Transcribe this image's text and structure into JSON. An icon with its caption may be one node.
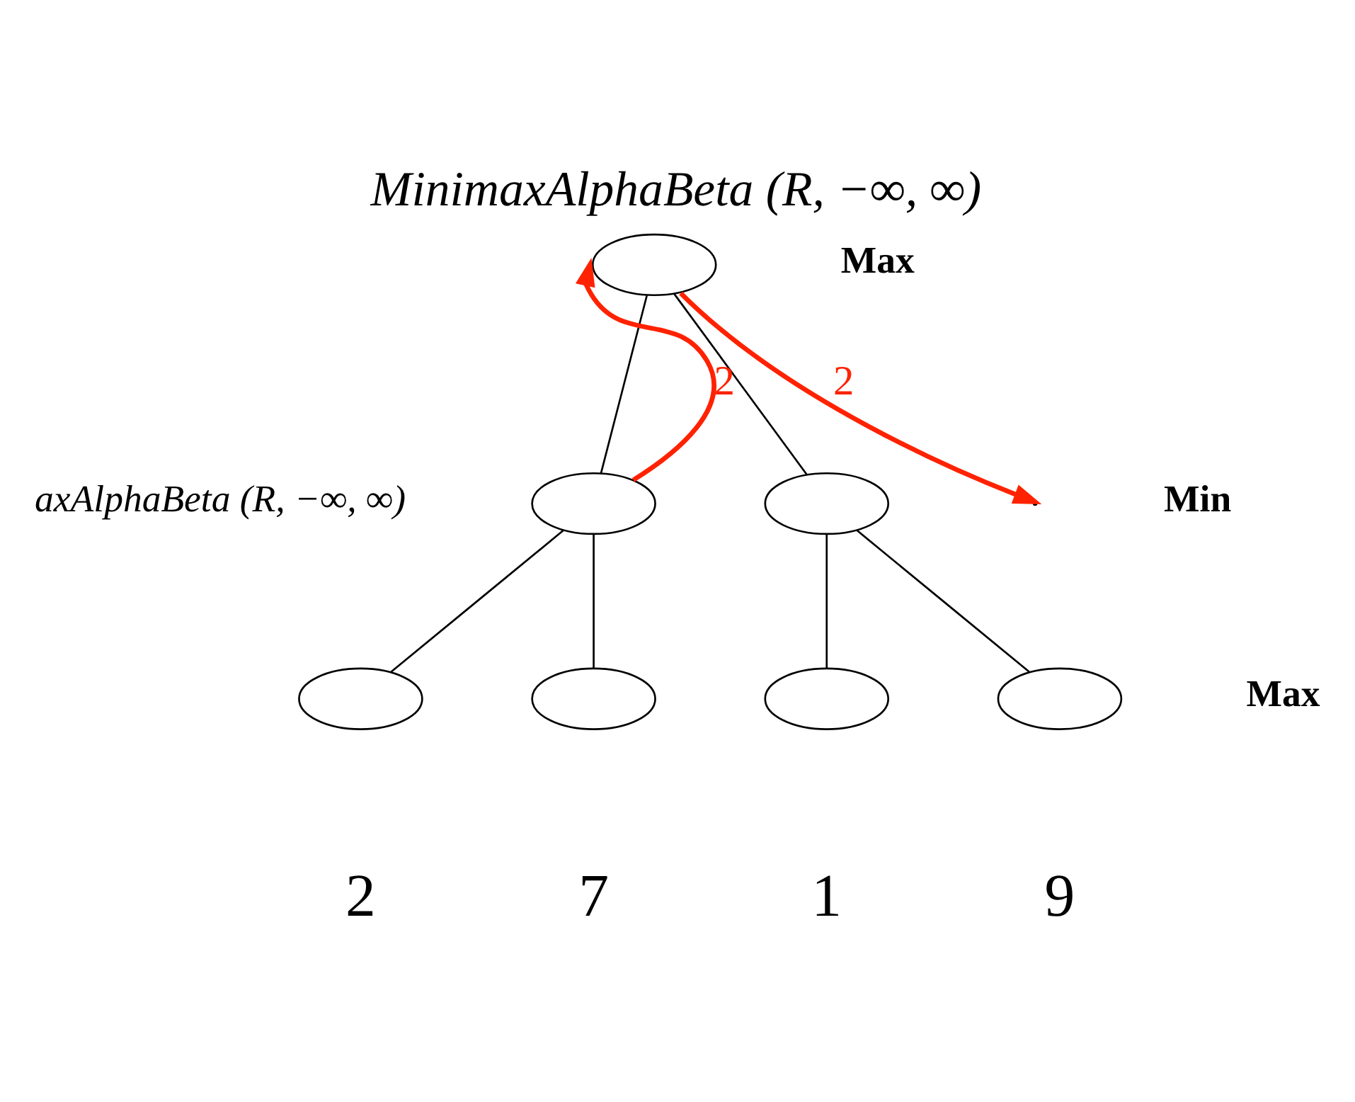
{
  "diagram": {
    "title": "MinimaxAlphaBeta (R, −∞, ∞)",
    "nodes": [
      {
        "text": [],
        "shape": "ellipse"
      },
      {
        "text": [],
        "shape": "ellipse"
      },
      {
        "text": [],
        "shape": "ellipse"
      },
      {
        "text": [],
        "shape": "ellipse",
        "beside": [
          "2"
        ]
      },
      {
        "text": [],
        "shape": "ellipse",
        "beside": [
          "7"
        ]
      },
      {
        "text": [],
        "shape": "ellipse",
        "beside": [
          "1"
        ]
      },
      {
        "text": [],
        "shape": "ellipse",
        "beside": [
          "9"
        ]
      }
    ],
    "edges": [
      {
        "from": 0,
        "to": 1,
        "arrow": "none"
      },
      {
        "from": 0,
        "to": 2,
        "arrow": "none"
      },
      {
        "from": 1,
        "to": 3,
        "arrow": "none"
      },
      {
        "from": 1,
        "to": 4,
        "arrow": "none"
      },
      {
        "from": 2,
        "to": 5,
        "arrow": "none"
      },
      {
        "from": 2,
        "to": 6,
        "arrow": "none"
      },
      {
        "from": 1,
        "to": 0,
        "arrow": "to",
        "label": "2",
        "color": "#ff2200",
        "style": "thick"
      },
      {
        "from": 0,
        "to": null,
        "arrow": "to",
        "label": "2",
        "color": "#ff2200",
        "style": "thick"
      }
    ],
    "labels": [
      "axAlphaBeta (R, −∞, ∞)",
      "Max",
      "Min",
      "Max"
    ]
  }
}
